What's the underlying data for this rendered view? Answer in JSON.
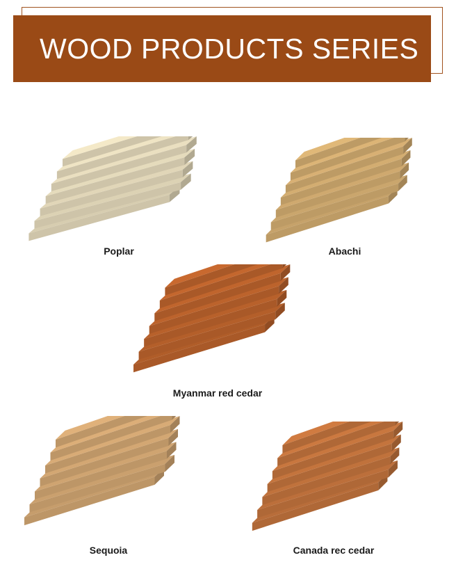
{
  "banner": {
    "title": "WOOD PRODUCTS SERIES"
  },
  "products": [
    {
      "name": "Poplar",
      "color": "#efe4c4"
    },
    {
      "name": "Abachi",
      "color": "#dcb476"
    },
    {
      "name": "Myanmar red cedar",
      "color": "#c4672e"
    },
    {
      "name": "Sequoia",
      "color": "#dcae78"
    },
    {
      "name": "Canada rec cedar",
      "color": "#cc7940"
    }
  ]
}
